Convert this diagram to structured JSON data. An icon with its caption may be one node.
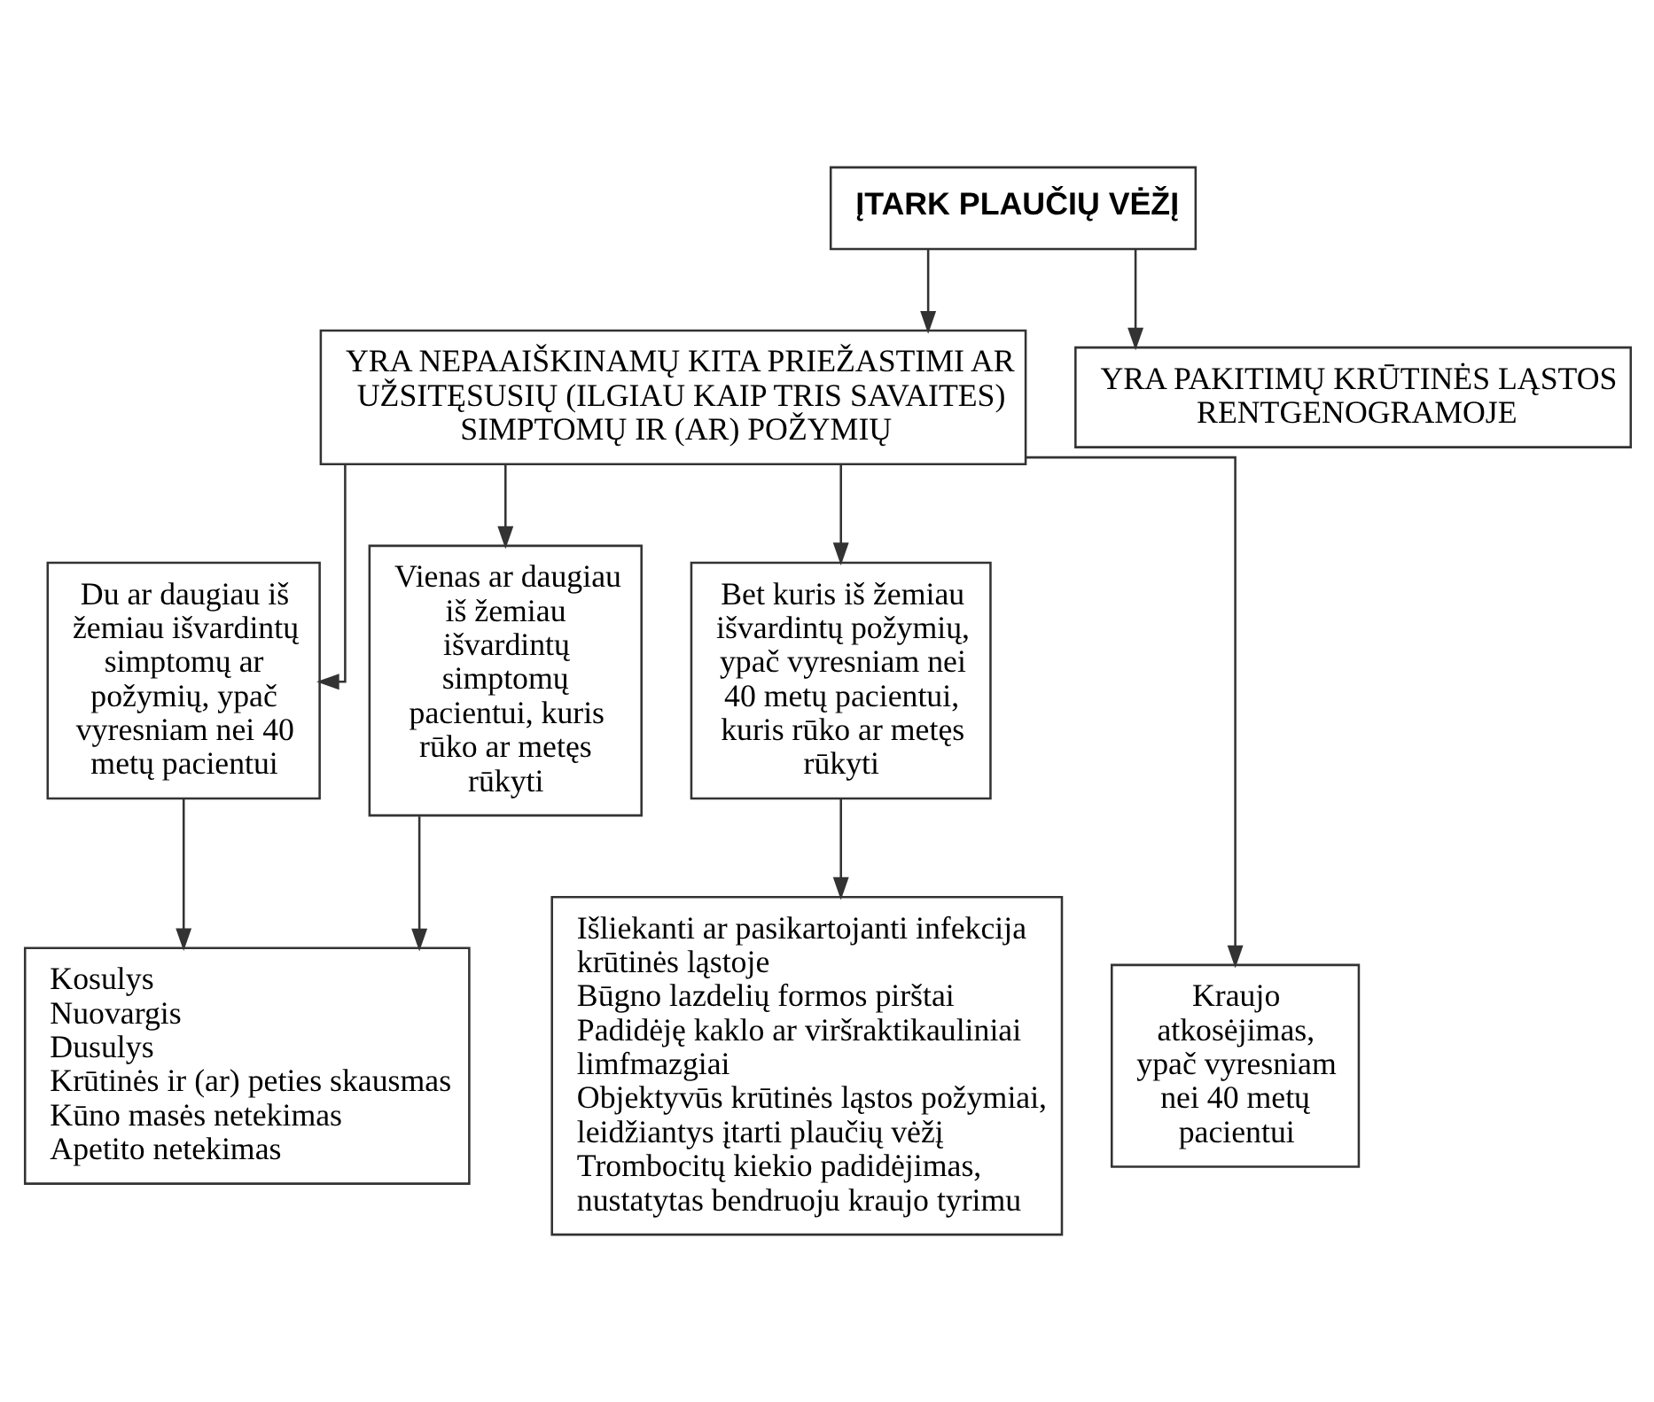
{
  "diagram": {
    "nodes": [
      {
        "text": [
          "ĮTARK PLAUČIŲ VĖŽĮ"
        ]
      },
      {
        "text": [
          "YRA NEPAAIŠKINAMŲ KITA PRIEŽASTIMI AR UŽSITĘSUSIŲ (ILGIAU KAIP TRIS SAVAITES) SIMPTOMŲ IR (AR) POŽYMIŲ"
        ]
      },
      {
        "text": [
          "YRA PAKITIMŲ KRŪTINĖS LĄSTOS RENTGENOGRAMOJE"
        ]
      },
      {
        "text": [
          "Du ar daugiau iš žemiau išvardintų simptomų ar požymių, ypač vyresniam nei 40 metų pacientui"
        ]
      },
      {
        "text": [
          "Vienas ar daugiau iš žemiau išvardintų simptomų pacientui, kuris rūko ar metęs rūkyti"
        ]
      },
      {
        "text": [
          "Bet kuris iš žemiau išvardintų požymių, ypač vyresniam nei 40 metų pacientui, kuris rūko ar metęs rūkyti"
        ]
      },
      {
        "text": [
          "Kraujo atkosėjimas, ypač vyresniam nei 40 metų pacientui"
        ]
      },
      {
        "text": [
          "Kosulys",
          "Nuovargis",
          "Dusulys",
          "Krūtinės ir (ar) peties skausmas",
          "Kūno masės netekimas",
          "Apetito netekimas"
        ]
      },
      {
        "text": [
          "Išliekanti ar pasikartojanti infekcija krūtinės ląstoje",
          "Būgno lazdelių formos pirštai",
          "Padidėję kaklo ar viršraktikauliniai limfmazgiai",
          "Objektyvūs krūtinės ląstos požymiai, leidžiantys įtarti plaučių vėžį",
          "Trombocitų kiekio padidėjimas, nustatytas bendruoju kraujo tyrimu"
        ]
      }
    ],
    "edges": [
      {
        "from": 0,
        "to": 1,
        "arrow": "to"
      },
      {
        "from": 0,
        "to": 2,
        "arrow": "to"
      },
      {
        "from": 1,
        "to": 6,
        "arrow": "to"
      },
      {
        "from": 1,
        "to": 3,
        "arrow": "to"
      },
      {
        "from": 1,
        "to": 4,
        "arrow": "to"
      },
      {
        "from": 1,
        "to": 5,
        "arrow": "to"
      },
      {
        "from": 3,
        "to": 7,
        "arrow": "to"
      },
      {
        "from": 4,
        "to": 7,
        "arrow": "to"
      },
      {
        "from": 5,
        "to": 8,
        "arrow": "to"
      }
    ]
  }
}
